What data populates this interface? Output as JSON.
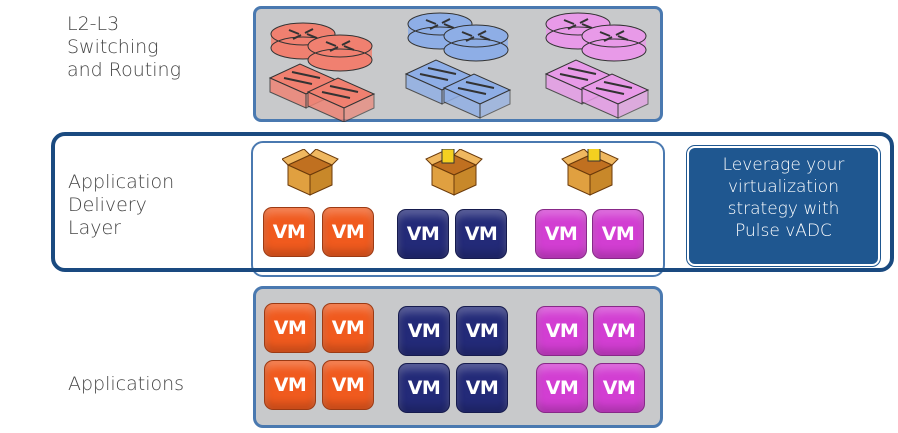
{
  "labels": {
    "switching": "L2-L3\nSwitching\nand Routing",
    "delivery": "Application\nDelivery\nLayer",
    "applications": "Applications"
  },
  "callout": {
    "lines": [
      "Leverage your",
      "virtualization",
      "strategy with",
      "Pulse vADC"
    ]
  },
  "vm_label": "VM",
  "colors": {
    "orange": "#f05a1e",
    "navy": "#232a78",
    "pink": "#d23ed2",
    "panel_border": "#4a79b0",
    "outer_band": "#1a4a80",
    "callout_bg": "#1f5790",
    "router_red": "#f08070",
    "router_blue": "#8eaee6",
    "router_pink": "#e89ae8",
    "box_amber": "#e0a040"
  },
  "icons": {
    "network": [
      "router-icon",
      "switch-icon"
    ],
    "appliance": "appliance-box-icon"
  }
}
